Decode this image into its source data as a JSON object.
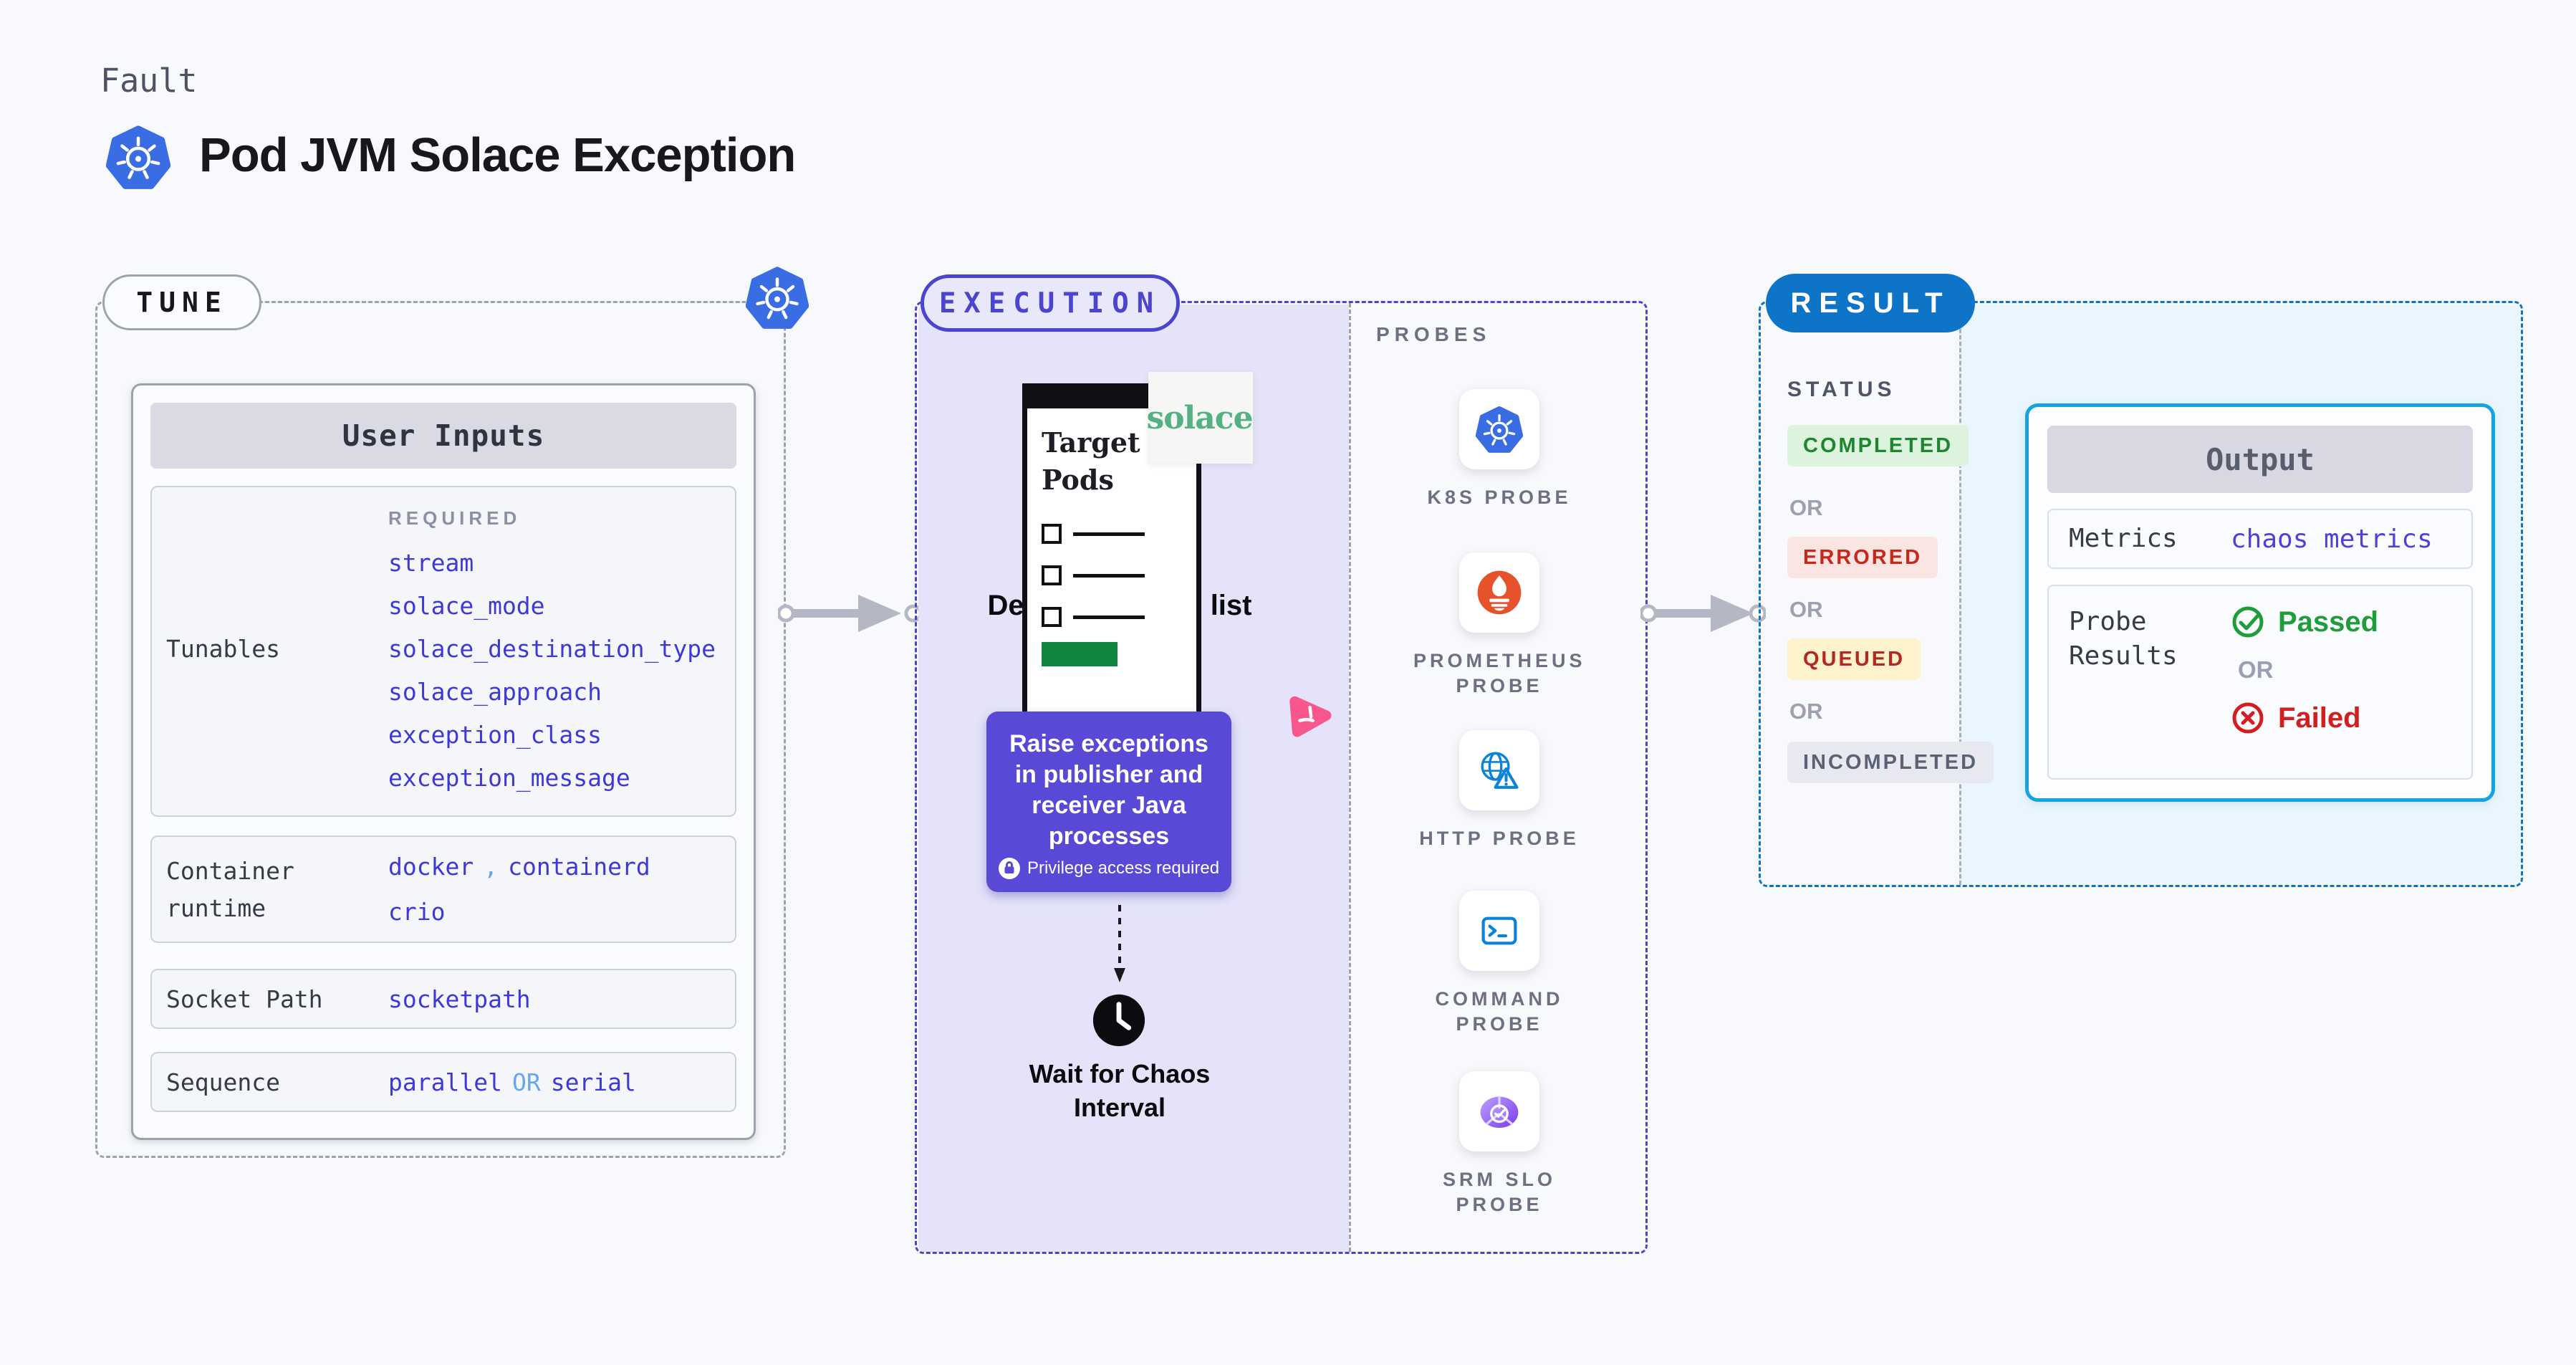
{
  "header": {
    "kicker": "Fault",
    "title": "Pod JVM Solace Exception"
  },
  "tune": {
    "pill_label": "TUNE",
    "card_title": "User Inputs",
    "tunables": {
      "label": "Tunables",
      "required_label": "REQUIRED",
      "values": [
        "stream",
        "solace_mode",
        "solace_destination_type",
        "solace_approach",
        "exception_class",
        "exception_message"
      ]
    },
    "container_runtime": {
      "label_line1": "Container",
      "label_line2": "runtime",
      "value1": "docker",
      "separator": ",",
      "value2": "containerd",
      "value3": "crio"
    },
    "socket_path": {
      "label": "Socket Path",
      "value": "socketpath"
    },
    "sequence": {
      "label": "Sequence",
      "value1": "parallel",
      "conjunction": "OR",
      "value2": "serial"
    }
  },
  "execution": {
    "pill_label": "EXECUTION",
    "target_pods": {
      "title_line1": "Target",
      "title_line2": "Pods"
    },
    "solace_logo_text": "solace",
    "derive_label": "Derive final pod list",
    "action_box": {
      "lines": [
        "Raise exceptions",
        "in publisher and",
        "receiver Java",
        "processes"
      ],
      "privilege_note": "Privilege access required"
    },
    "wait_label_line1": "Wait for Chaos",
    "wait_label_line2": "Interval"
  },
  "probes": {
    "heading": "PROBES",
    "items": [
      {
        "label": "K8S PROBE",
        "icon": "kubernetes-icon"
      },
      {
        "label": "PROMETHEUS PROBE",
        "icon": "prometheus-icon"
      },
      {
        "label": "HTTP PROBE",
        "icon": "globe-alert-icon"
      },
      {
        "label": "COMMAND PROBE",
        "icon": "terminal-icon"
      },
      {
        "label": "SRM SLO PROBE",
        "icon": "slo-check-icon"
      }
    ]
  },
  "result": {
    "pill_label": "RESULT",
    "status": {
      "heading": "STATUS",
      "or_label": "OR",
      "badges": [
        {
          "label": "COMPLETED",
          "type": "success"
        },
        {
          "label": "ERRORED",
          "type": "error"
        },
        {
          "label": "QUEUED",
          "type": "warning"
        },
        {
          "label": "INCOMPLETED",
          "type": "neutral"
        }
      ]
    },
    "output": {
      "title": "Output",
      "metrics_label": "Metrics",
      "metrics_value": "chaos metrics",
      "probe_results_label_line1": "Probe",
      "probe_results_label_line2": "Results",
      "passed_label": "Passed",
      "or_label": "OR",
      "failed_label": "Failed"
    }
  },
  "colors": {
    "kubernetes_blue": "#3a6de4",
    "execution_indigo": "#4b44cf",
    "result_blue": "#0e74c7",
    "value_blue": "#3d39d8",
    "value_light_blue": "#64a7f5",
    "lavender_fill": "#e4e3f9",
    "cyan_fill": "#e9f6fd",
    "action_purple": "#5849d7",
    "success_green": "#1f9d3b",
    "error_red": "#d21e1e",
    "prometheus_orange": "#e6522c",
    "solace_green": "#54b183",
    "litmus_pink": "#f7578c"
  }
}
